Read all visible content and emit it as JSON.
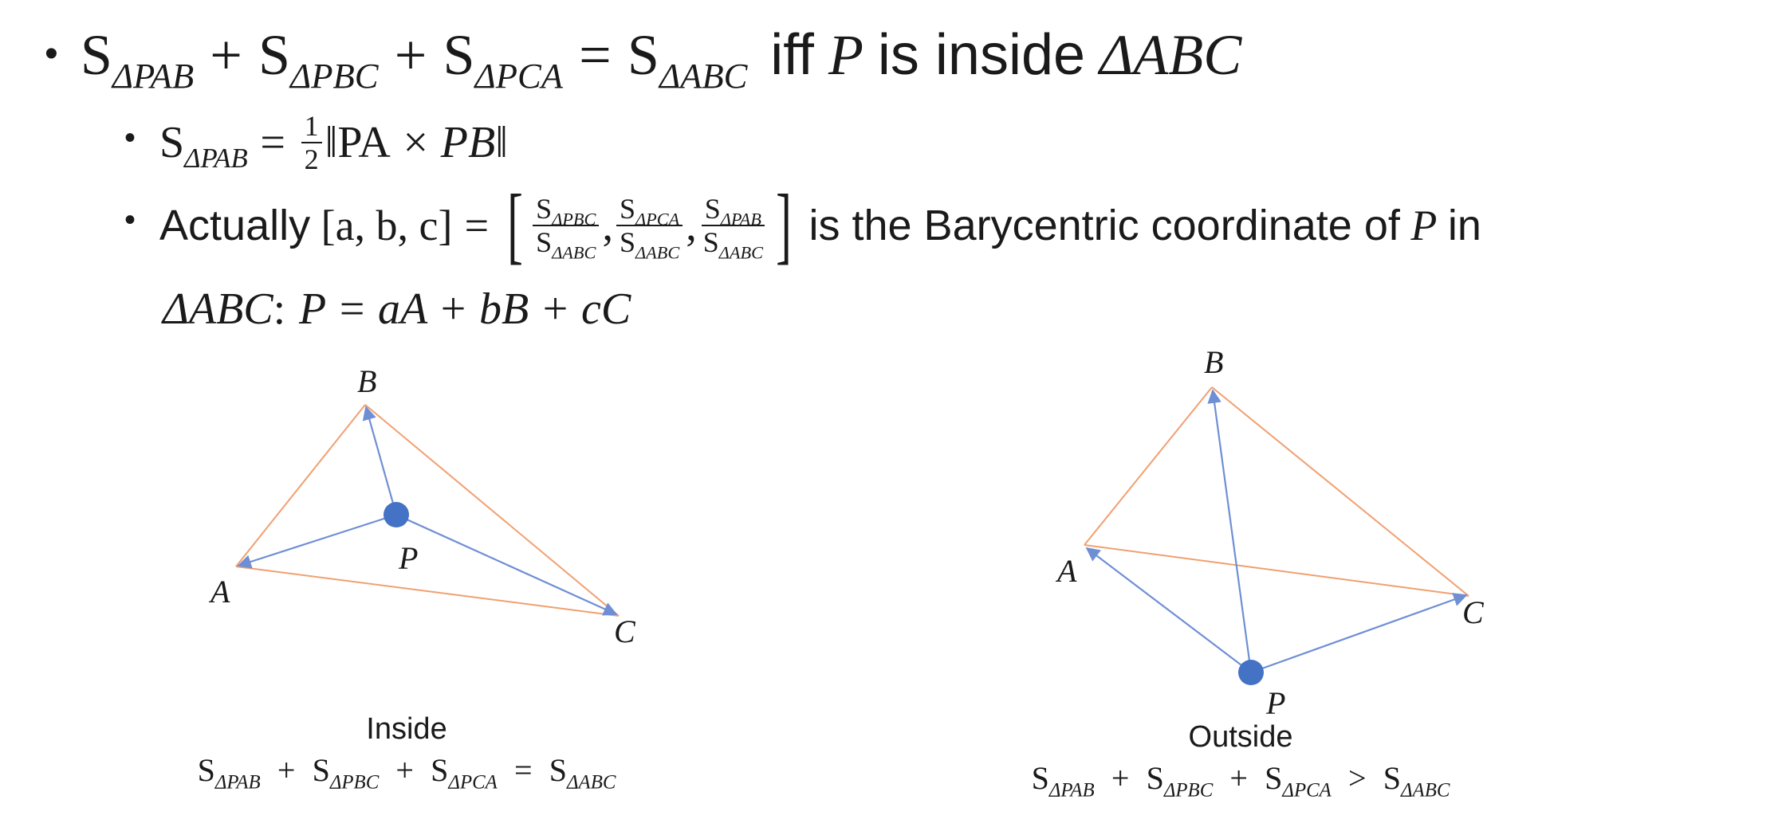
{
  "line1": {
    "bullet": "•",
    "s": "S",
    "t1": "ΔPAB",
    "plus1": "+",
    "t2": "ΔPBC",
    "plus2": "+",
    "t3": "ΔPCA",
    "eq": "=",
    "t4": "ΔABC",
    "iff": "iff",
    "p": "P",
    "is_inside": "is inside",
    "tri": "ΔABC"
  },
  "line2": {
    "bullet": "•",
    "s": "S",
    "t": "ΔPAB",
    "eq": "=",
    "num": "1",
    "den": "2",
    "norm_open": "‖",
    "pa": "PA",
    "times": "×",
    "pb": "PB",
    "norm_close": "‖"
  },
  "line3": {
    "bullet": "•",
    "actually": "Actually",
    "coords": "[a, b, c]",
    "eq": "=",
    "lbr": "[",
    "rbr": "]",
    "f1_num": "ΔPBC",
    "f1_den": "ΔABC",
    "f2_num": "ΔPCA",
    "f2_den": "ΔABC",
    "f3_num": "ΔPAB",
    "f3_den": "ΔABC",
    "comma": ",",
    "s": "S",
    "rest": "is the Barycentric coordinate of",
    "p": "P",
    "in": "in",
    "cont_tri": "ΔABC",
    "colon": ":",
    "cont_eq": "P = aA + bB + cC"
  },
  "diagram_left": {
    "label_a": "A",
    "label_b": "B",
    "label_c": "C",
    "label_p": "P",
    "caption_title": "Inside",
    "caption_eq": "S_{ΔPAB} + S_{ΔPBC} + S_{ΔPCA} = S_{ΔABC}",
    "t1": "ΔPAB",
    "t2": "ΔPBC",
    "t3": "ΔPCA",
    "t4": "ΔABC",
    "s": "S",
    "plus": "+",
    "rel": "="
  },
  "diagram_right": {
    "label_a": "A",
    "label_b": "B",
    "label_c": "C",
    "label_p": "P",
    "caption_title": "Outside",
    "t1": "ΔPAB",
    "t2": "ΔPBC",
    "t3": "ΔPCA",
    "t4": "ΔABC",
    "s": "S",
    "plus": "+",
    "rel": ">"
  },
  "colors": {
    "triangle_edge": "#f0a070",
    "vector": "#6f8fd4",
    "point": "#4472c4",
    "text": "#1a1a1a"
  }
}
